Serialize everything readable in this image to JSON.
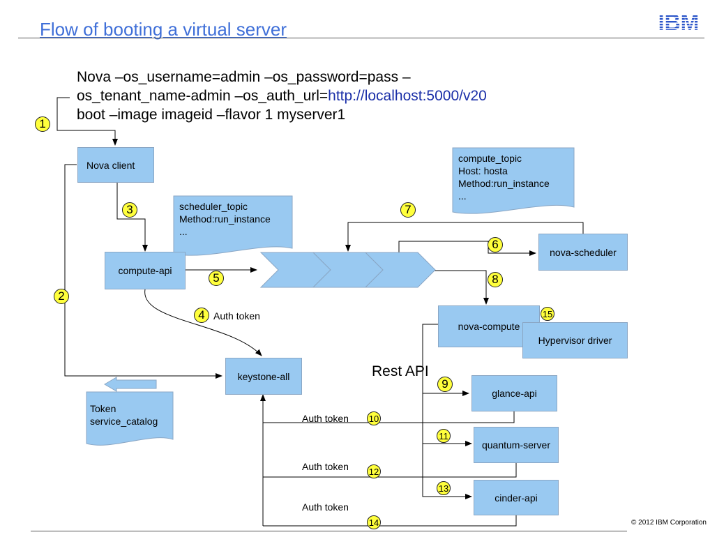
{
  "title": "Flow of booting a virtual server",
  "logo_text": "IBM",
  "command": {
    "line1": "Nova –os_username=admin –os_password=pass –",
    "line2_a": "os_tenant_name-admin –os_auth_url=",
    "line2_url": "http://localhost:5000/v20",
    "line3": "boot –image imageid –flavor 1 myserver1"
  },
  "boxes": {
    "nova_client": "Nova client",
    "compute_api": "compute-api",
    "keystone": "keystone-all",
    "nova_scheduler": "nova-scheduler",
    "nova_compute": "nova-compute",
    "hypervisor": "Hypervisor driver",
    "glance": "glance-api",
    "quantum": "quantum-server",
    "cinder": "cinder-api"
  },
  "notes": {
    "scheduler_msg": "scheduler_topic\nMethod:run_instance\n...",
    "compute_msg": "compute_topic\nHost: hosta\nMethod:run_instance\n...",
    "token_msg": "Token\nservice_catalog"
  },
  "labels": {
    "auth_token_4": "Auth token",
    "auth_token_10": "Auth token",
    "auth_token_12": "Auth token",
    "auth_token_14": "Auth token",
    "rest_api": "Rest API"
  },
  "steps": [
    "1",
    "2",
    "3",
    "4",
    "5",
    "6",
    "7",
    "8",
    "9",
    "10",
    "11",
    "12",
    "13",
    "14",
    "15"
  ],
  "colors": {
    "box_fill": "#99c9f1",
    "step_badge": "#ffff3c",
    "title": "#3f6fd8",
    "url": "#1a2fa8"
  },
  "footer": "© 2012 IBM Corporation"
}
